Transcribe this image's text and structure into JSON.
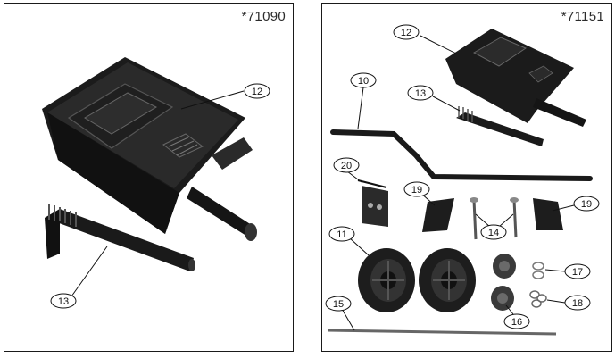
{
  "left_panel": {
    "code": "*71090",
    "callouts": [
      "12",
      "13"
    ]
  },
  "right_panel": {
    "code": "*71151",
    "callouts": [
      "12",
      "13",
      "10",
      "20",
      "19",
      "19",
      "14",
      "11",
      "17",
      "18",
      "15",
      "16"
    ]
  },
  "colors": {
    "part_dark": "#1c1c1c",
    "part_mid": "#3a3a3a",
    "part_light": "#6a6a6a",
    "line": "#111111"
  }
}
